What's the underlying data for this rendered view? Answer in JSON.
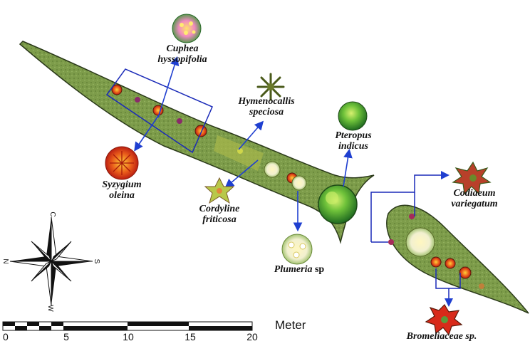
{
  "plants": {
    "cuphea": {
      "line1": "Cuphea",
      "line2": "hyssopifolia"
    },
    "hymenocallis": {
      "line1": "Hymenocallis",
      "line2": "speciosa"
    },
    "pteropus": {
      "line1": "Pteropus",
      "line2": "indicus"
    },
    "syzygium": {
      "line1": "Syzygium",
      "line2": "oleina"
    },
    "cordyline": {
      "line1": "Cordyline",
      "line2": "friticosa"
    },
    "plumeria": {
      "genus": "Plumeria",
      "suffix": " sp"
    },
    "codiaeum": {
      "line1": "Codiaeum",
      "line2": "variegatum"
    },
    "bromeliaceae": {
      "label": "Bromeliaceae sp."
    }
  },
  "compass": {
    "north": "N",
    "south": "S",
    "east": "C",
    "west": "W"
  },
  "scale_bar": {
    "unit": "Meter",
    "ticks": [
      "0",
      "5",
      "10",
      "15",
      "20"
    ]
  },
  "colors": {
    "bed_fill": "#7a9a48",
    "bed_edge": "#2b3a1a",
    "arrow": "#1f3fd0",
    "box": "#1a2ab8"
  }
}
